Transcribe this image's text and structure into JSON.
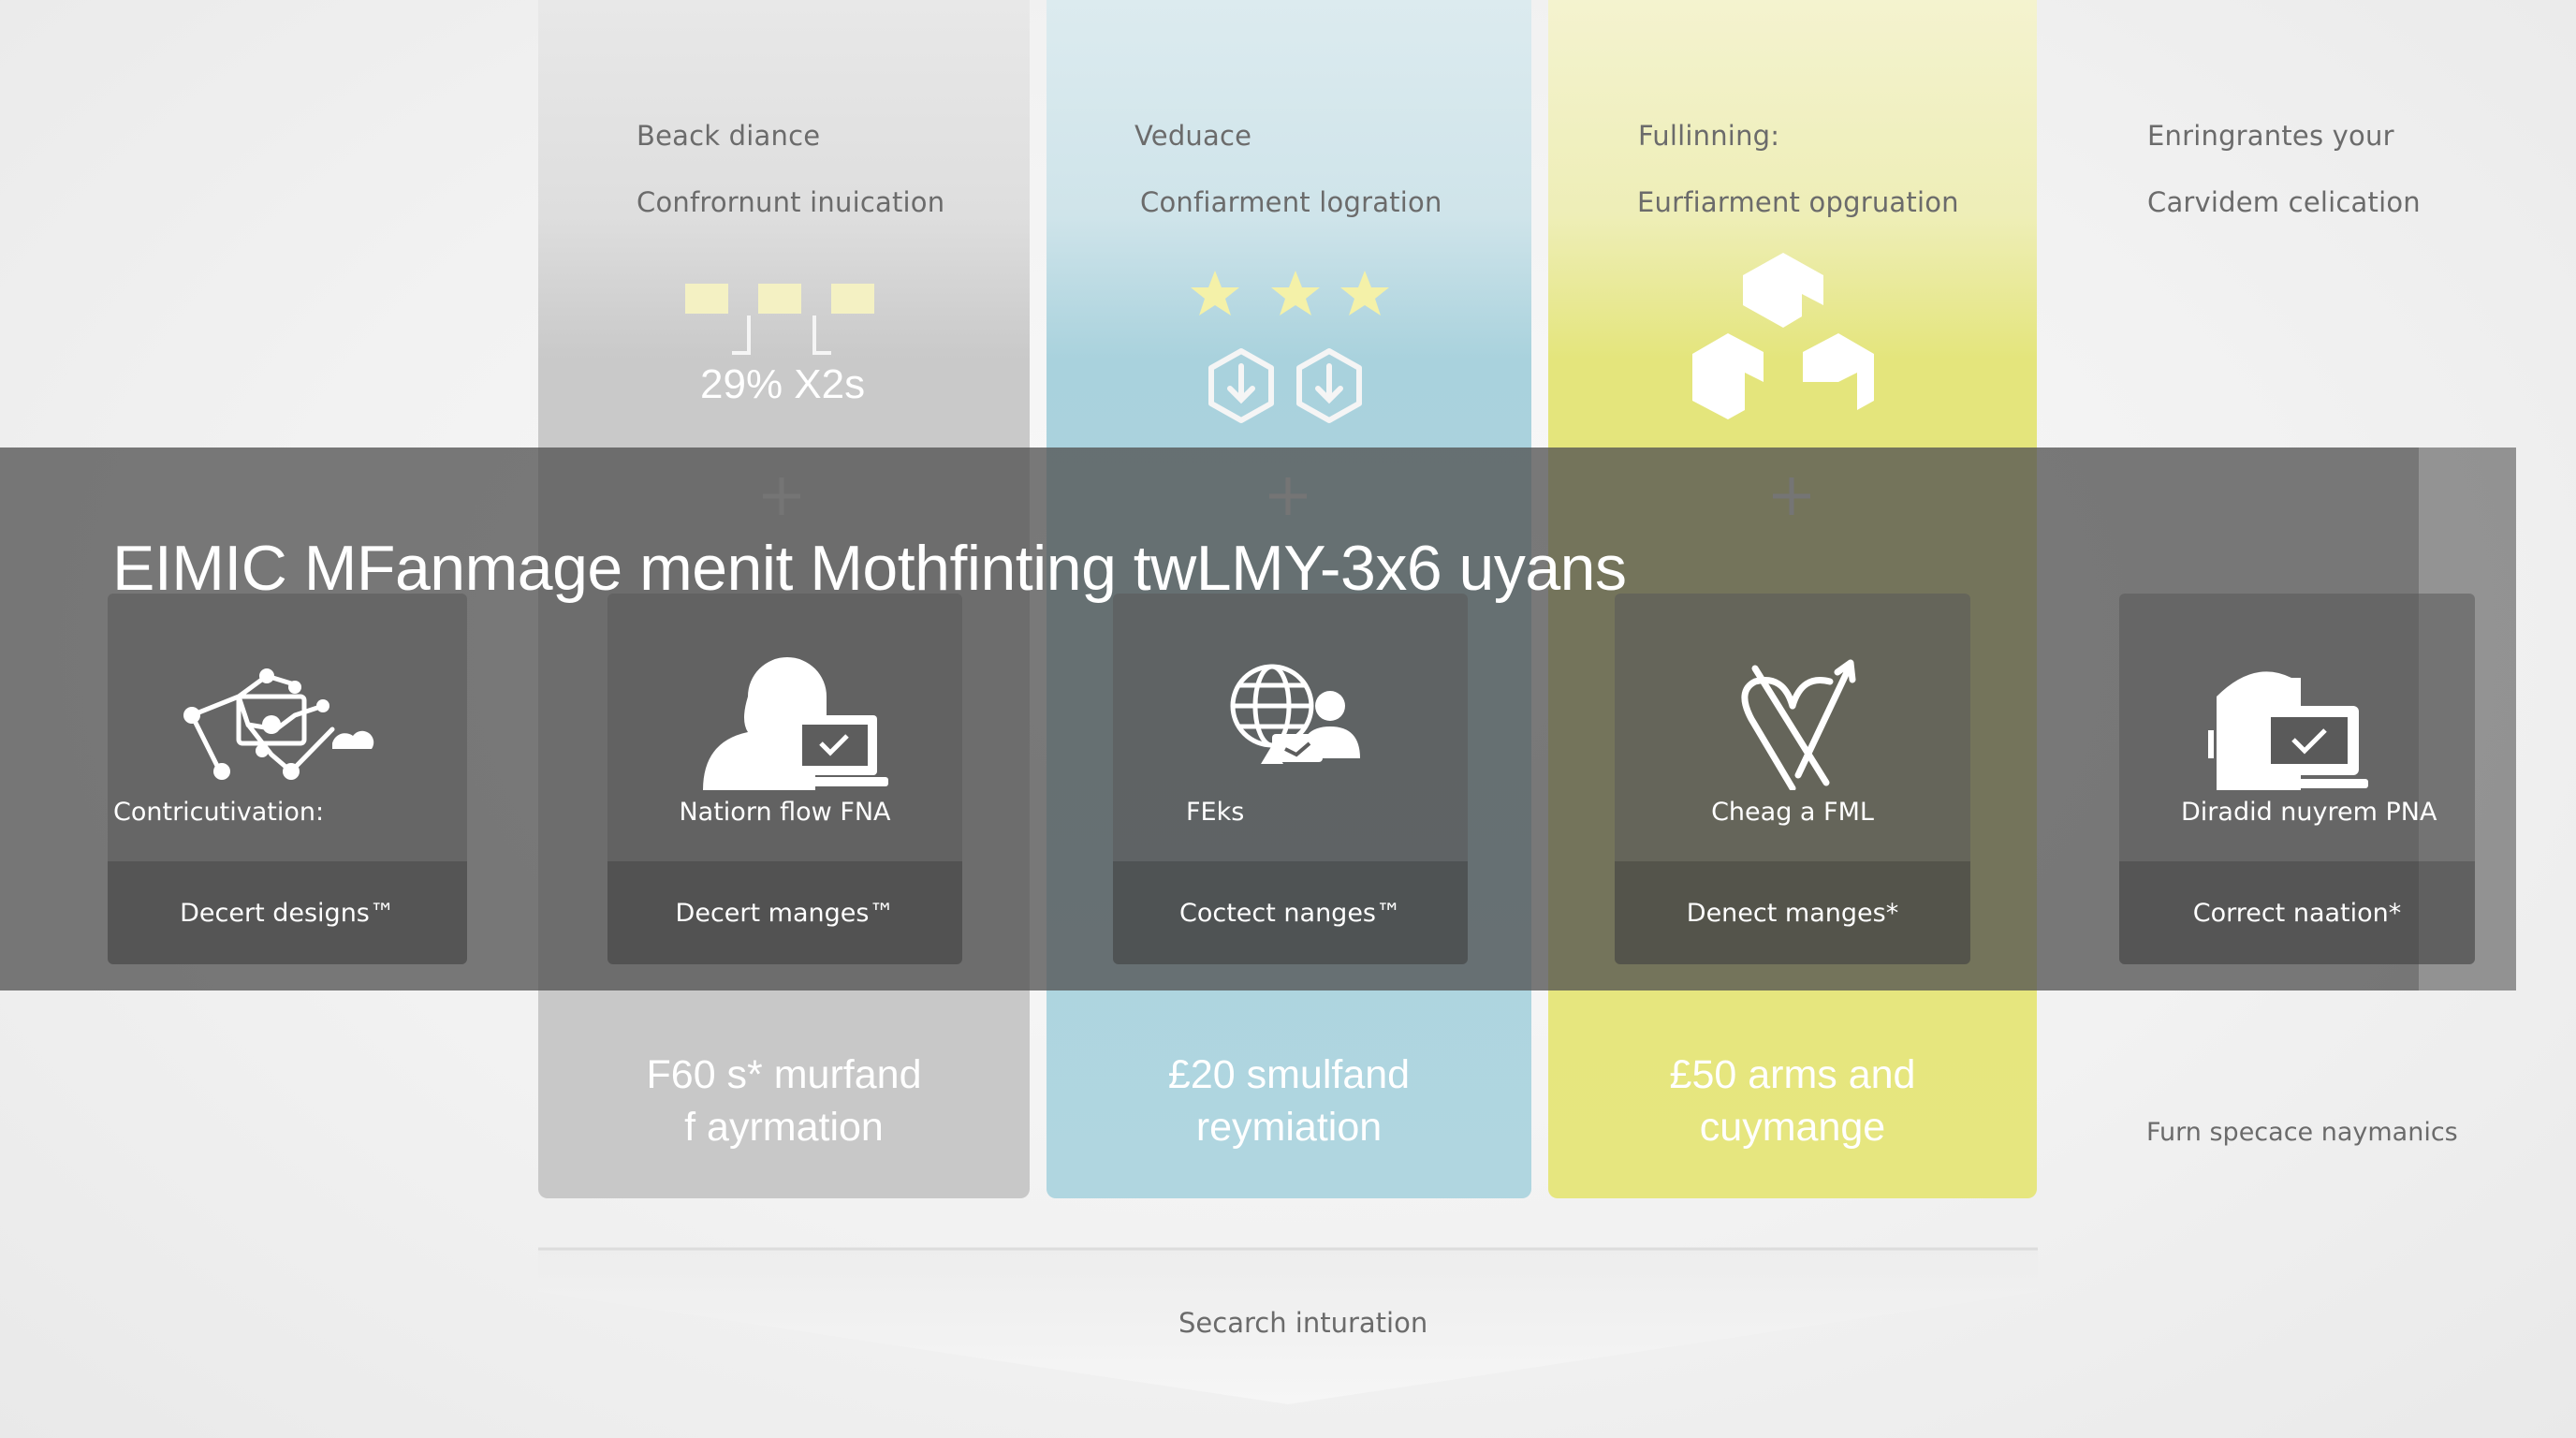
{
  "columns": [
    {
      "line1": "Beack diance",
      "line2": "Confrornunt inuication"
    },
    {
      "line1": "Veduace",
      "line2": "Confiarment logration"
    },
    {
      "line1": "Fullinning:",
      "line2": "Eurfiarment opgruation"
    },
    {
      "line1": "Enringrantes your",
      "line2": "Carvidem celication"
    }
  ],
  "stat_gray": "29% X2s",
  "title": "EIMIC MFanmage menit Mothfinting twLMY-3x6 uyans",
  "cards": [
    {
      "label": "Contricutivation:",
      "footer": "Decert designs™",
      "icon": "network-icon"
    },
    {
      "label": "Natiorn flow FNA",
      "footer": "Decert manges™",
      "icon": "user-laptop-icon"
    },
    {
      "label": "FEks",
      "footer": "Coctect nanges™",
      "icon": "globe-user-icon"
    },
    {
      "label": "Cheag a FML",
      "footer": "Denect manges*",
      "icon": "heart-pen-icon"
    },
    {
      "label": "Diradid nuyrem PNA",
      "footer": "Correct naation*",
      "icon": "device-check-icon"
    }
  ],
  "prices": [
    {
      "line1": "F60 s* murfand",
      "line2": "f ayrmation"
    },
    {
      "line1": "£20 smulfand",
      "line2": "reymiation"
    },
    {
      "line1": "£50 arms and",
      "line2": "cuymange"
    }
  ],
  "side_note": "Furn specace naymanics",
  "search_label": "Secarch inturation",
  "colors": {
    "gray": "#c8c8c8",
    "blue": "#b0d6e0",
    "yellow": "#e6e67f",
    "band": "#505050"
  }
}
